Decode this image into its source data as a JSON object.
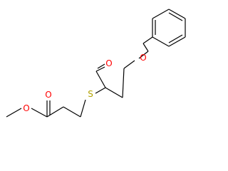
{
  "molecule": {
    "atoms": {
      "o_ester_methoxy": "O",
      "o_ester_carbonyl": "O",
      "s_thioether": "S",
      "o_aldehyde": "O",
      "o_benzyl_ether": "O"
    },
    "colors": {
      "bond": "#000000",
      "oxygen": "#ff0000",
      "sulfur": "#b2a200"
    }
  }
}
